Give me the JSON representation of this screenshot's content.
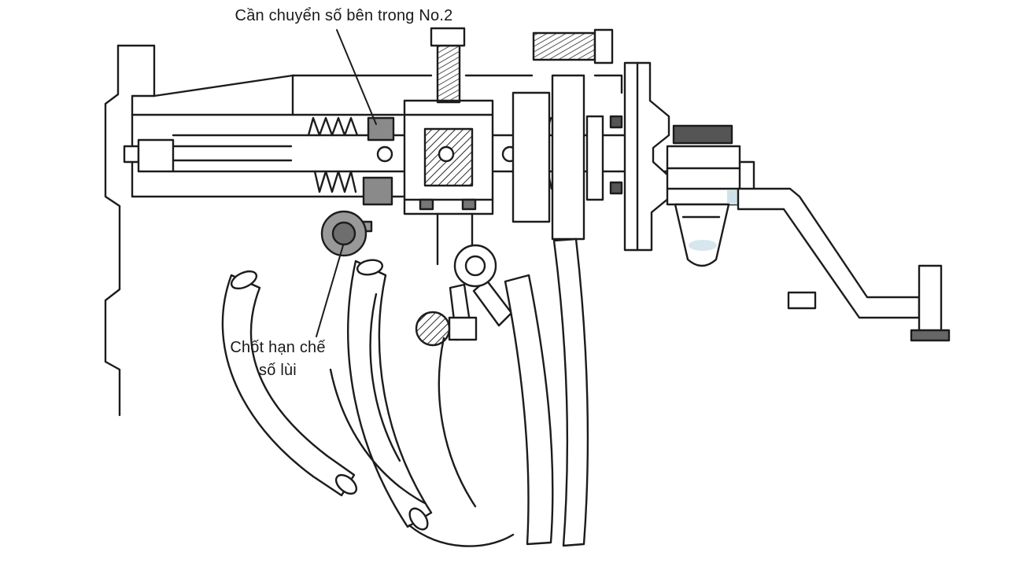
{
  "figure": {
    "labels": {
      "inner_shift_lever": {
        "text": "Cần chuyển số bên trong No.2"
      },
      "reverse_restrict_pin": {
        "line1": "Chốt hạn chế",
        "line2": "số lùi"
      }
    },
    "colors": {
      "line": "#1c1c1c",
      "gray_fill": "#8a8a8a",
      "dark_fill": "#6e6e6e",
      "background": "#ffffff"
    }
  }
}
